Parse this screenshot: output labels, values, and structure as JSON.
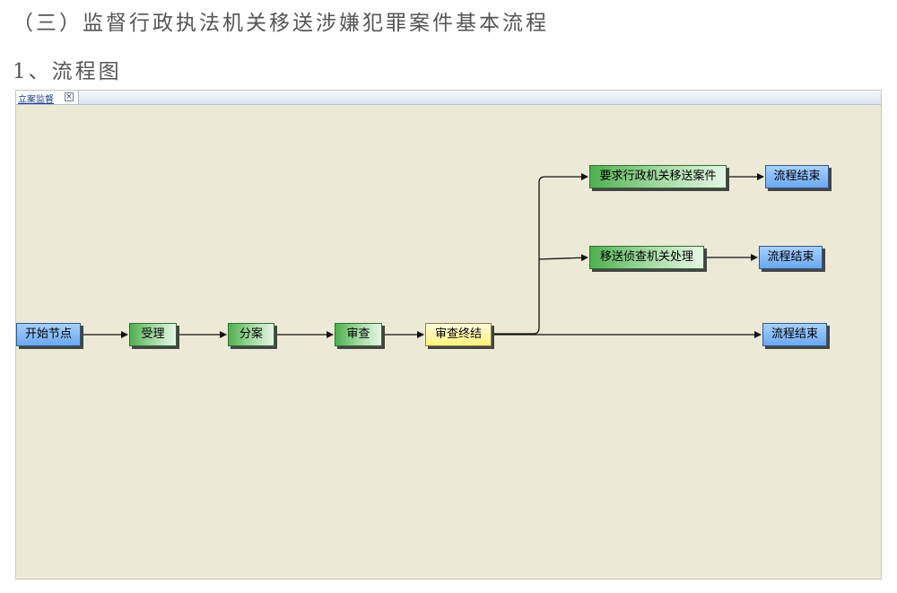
{
  "document": {
    "heading": "（三）监督行政执法机关移送涉嫌犯罪案件基本流程",
    "subheading": "1、流程图"
  },
  "window": {
    "tab_label": "立案监督",
    "tab_close_icon": "close-icon"
  },
  "flowchart": {
    "nodes": {
      "start": "开始节点",
      "accept": "受理",
      "assign": "分案",
      "review": "审查",
      "review_end": "审查终结",
      "request_transfer": "要求行政机关移送案件",
      "transfer_investigation": "移送侦查机关处理",
      "end1": "流程结束",
      "end2": "流程结束",
      "end3": "流程结束"
    },
    "colors": {
      "start_end": "#6ba8ee",
      "process": "#4fb04f",
      "decision": "#fff27a",
      "canvas": "#ece9d6"
    }
  }
}
